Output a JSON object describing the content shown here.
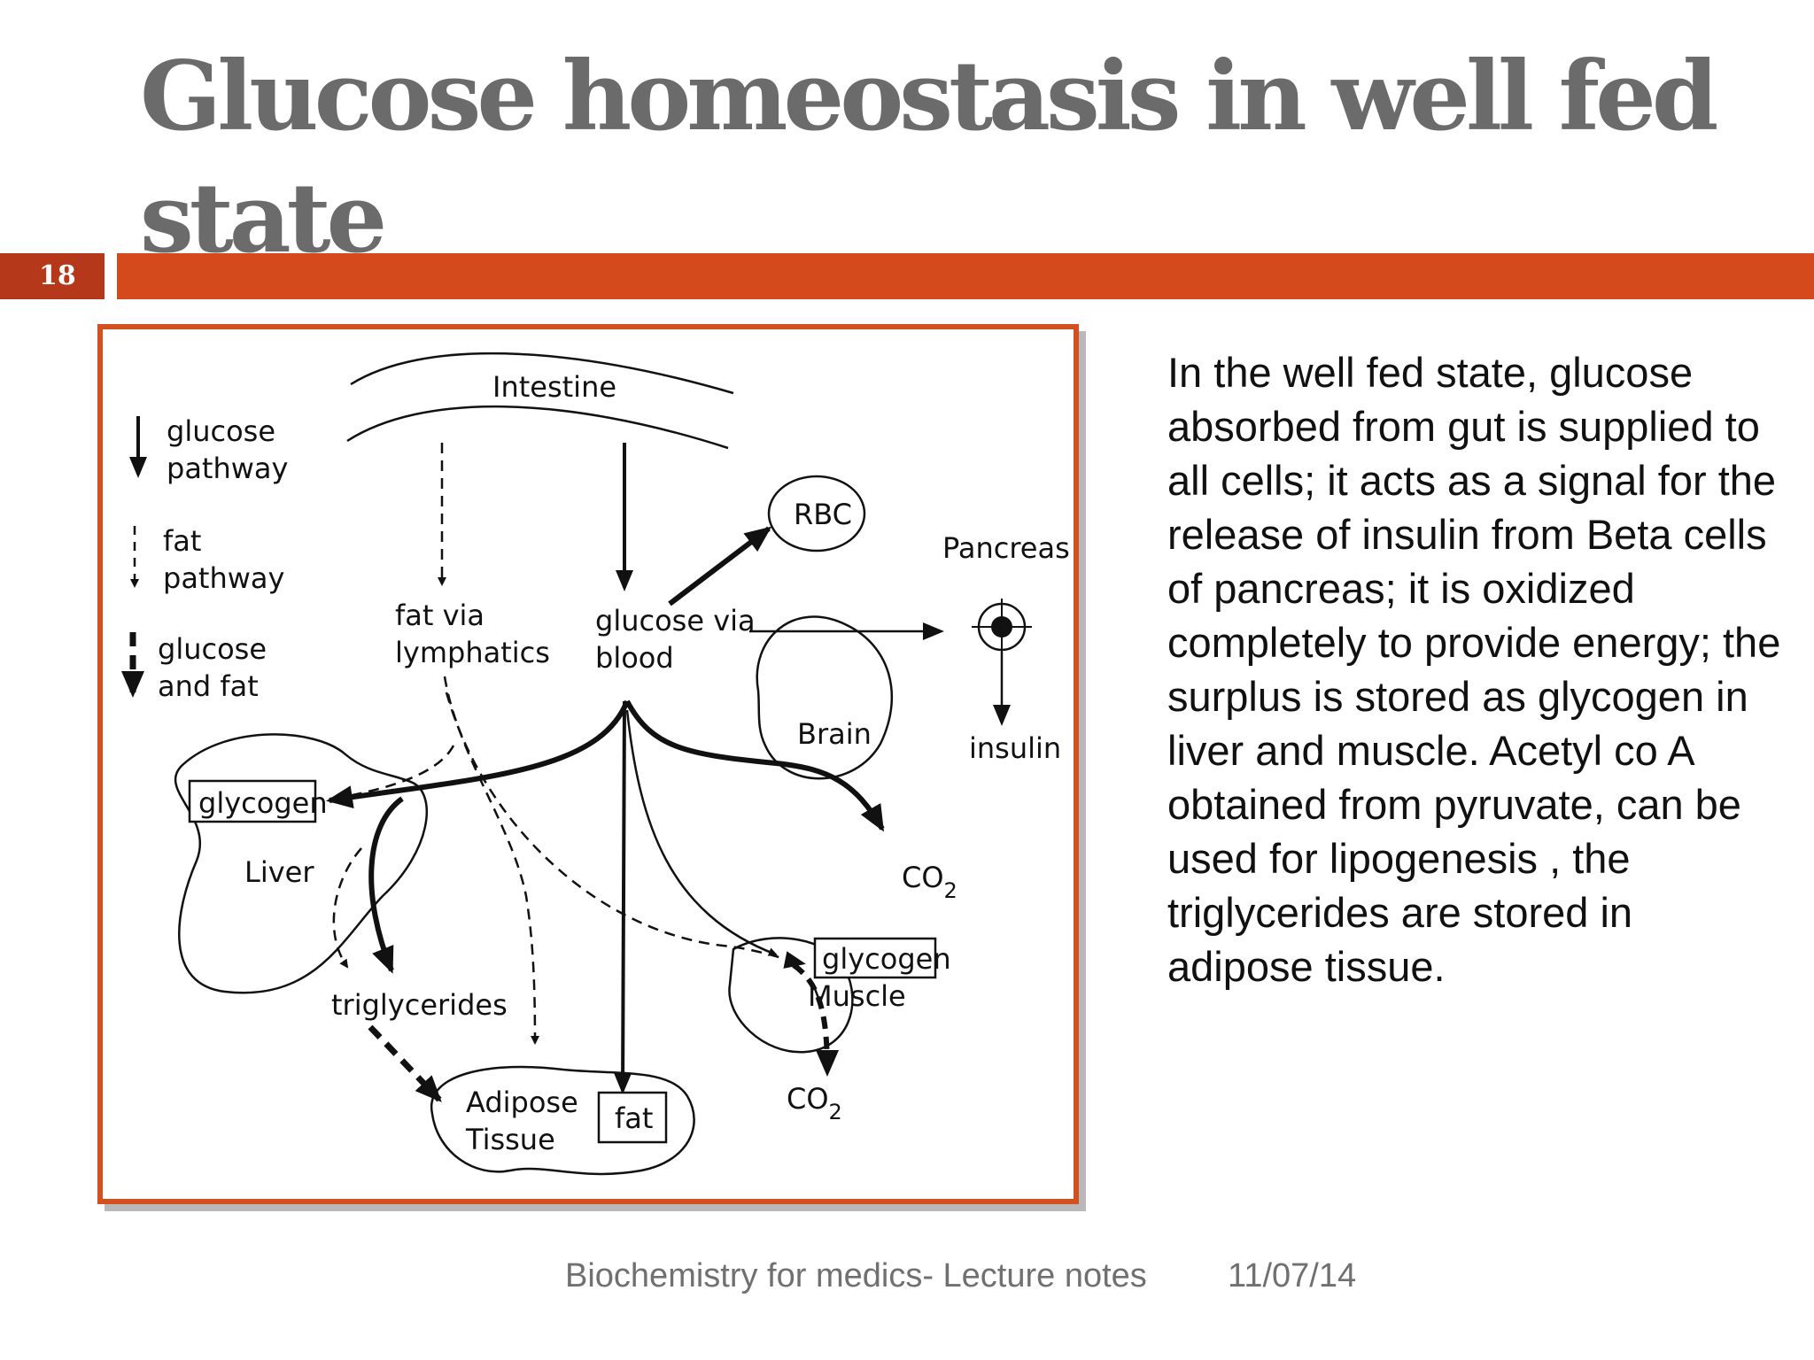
{
  "slide": {
    "title": "Glucose homeostasis in well fed state",
    "slide_number": "18",
    "body": "In the well fed state, glucose absorbed from gut is supplied to all cells; it acts as a signal for the release of insulin from Beta cells of pancreas; it is oxidized completely to provide energy; the surplus is stored as glycogen in liver and muscle. Acetyl co A obtained from pyruvate, can be used for lipogenesis , the triglycerides are stored in adipose tissue.",
    "footer_left": "Biochemistry for medics- Lecture notes",
    "footer_right": "11/07/14"
  },
  "diagram": {
    "legend": {
      "glucose_pathway_1": "glucose",
      "glucose_pathway_2": "pathway",
      "fat_pathway_1": "fat",
      "fat_pathway_2": "pathway",
      "glucose_fat_1": "glucose",
      "glucose_fat_2": "and fat"
    },
    "labels": {
      "intestine": "Intestine",
      "rbc": "RBC",
      "pancreas": "Pancreas",
      "fat_via_1": "fat  via",
      "fat_via_2": "lymphatics",
      "glucose_via_1": "glucose  via",
      "glucose_via_2": "blood",
      "brain": "Brain",
      "insulin": "insulin",
      "glycogen_liver": "glycogen",
      "liver": "Liver",
      "co2_brain": "CO",
      "co2_brain_sub": "2",
      "glycogen_muscle": "glycogen",
      "muscle": "Muscle",
      "triglycerides": "triglycerides",
      "adipose_1": "Adipose",
      "adipose_2": "Tissue",
      "fat": "fat",
      "co2_muscle": "CO",
      "co2_muscle_sub": "2"
    }
  },
  "colors": {
    "title": "#6b6b6b",
    "accent_bar": "#d44a1c",
    "number_box": "#b5381b",
    "figure_border": "#d2511f",
    "footer": "#707070"
  }
}
